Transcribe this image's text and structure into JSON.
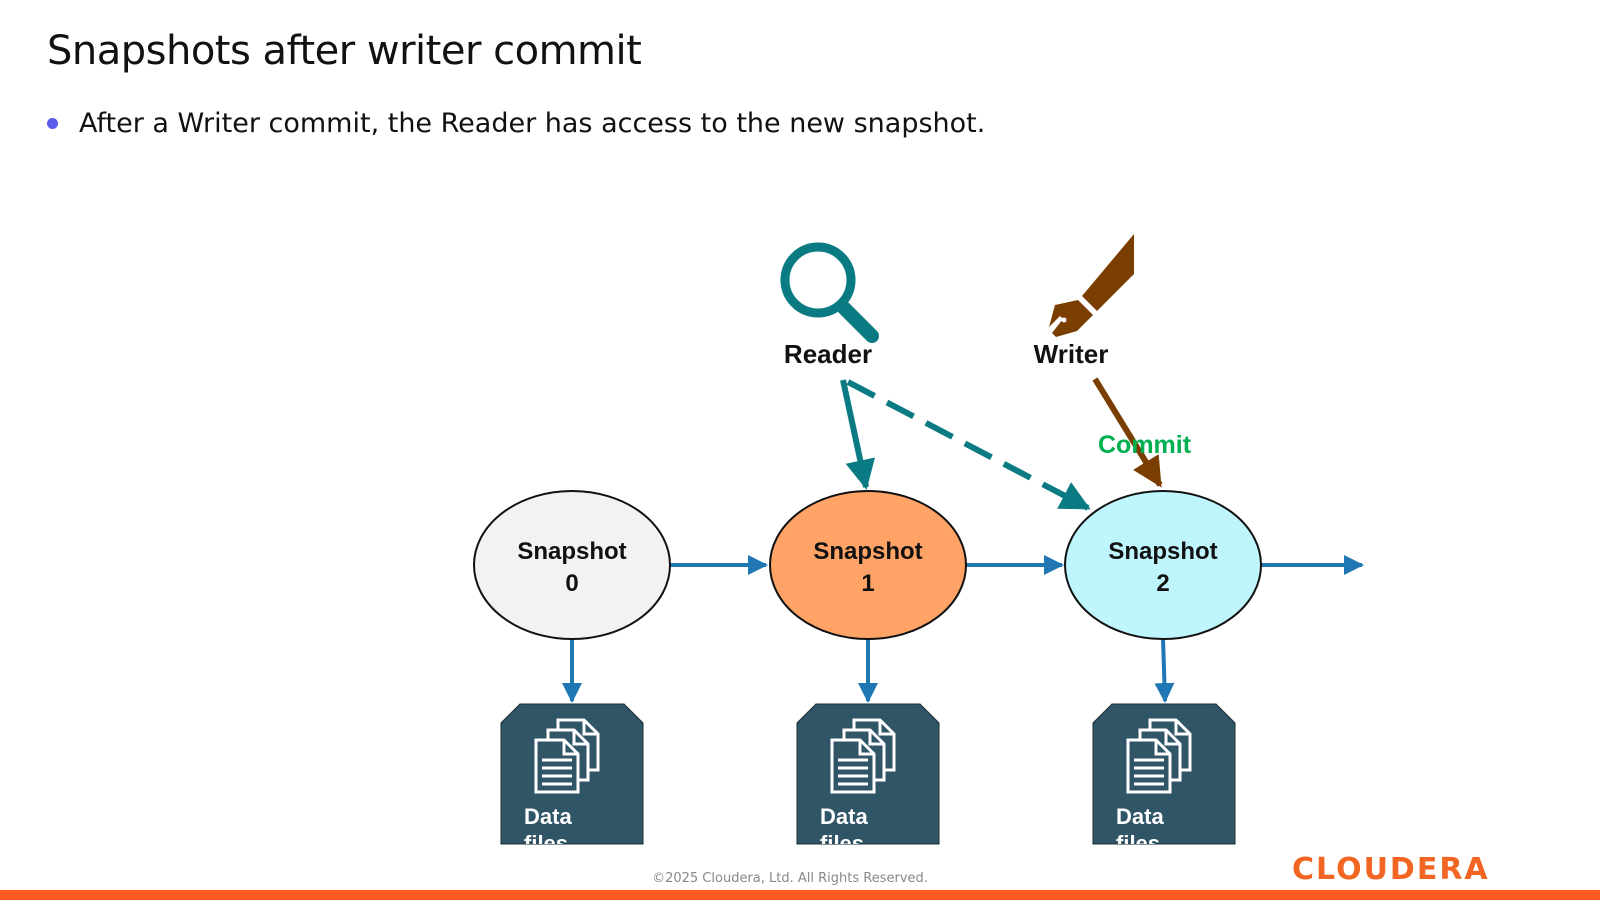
{
  "slide": {
    "title": "Snapshots after writer commit",
    "bullet": "After a Writer commit, the Reader has access to the new snapshot."
  },
  "diagram": {
    "reader_label": "Reader",
    "writer_label": "Writer",
    "commit_label": "Commit",
    "snapshots": [
      {
        "line1": "Snapshot",
        "line2": "0",
        "fill": "#f2f2f2"
      },
      {
        "line1": "Snapshot",
        "line2": "1",
        "fill": "#ffa366"
      },
      {
        "line1": "Snapshot",
        "line2": "2",
        "fill": "#bff6fd"
      }
    ],
    "data_files": [
      {
        "label": "Data",
        "label2": "files"
      },
      {
        "label": "Data",
        "label2": "files"
      },
      {
        "label": "Data",
        "label2": "files"
      }
    ],
    "icons": {
      "reader": "magnifier-icon",
      "writer": "fountain-pen-icon",
      "files": "documents-icon"
    },
    "colors": {
      "arrow_blue": "#1f77b4",
      "reader_teal": "#0a7b83",
      "writer_brown": "#7a3e00",
      "commit_green": "#00b050",
      "file_box": "#2f5567"
    }
  },
  "footer": {
    "copyright": "©2025 Cloudera, Ltd. All Rights Reserved.",
    "brand": "CLOUDERA",
    "accent": "#ff5a1f"
  }
}
